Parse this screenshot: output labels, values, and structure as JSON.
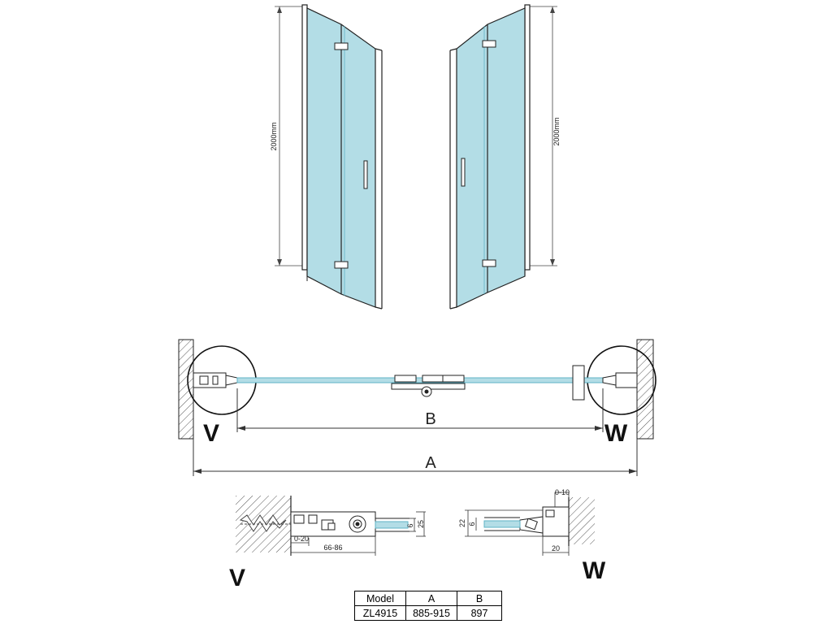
{
  "elevation": {
    "left_height_label": "2000mm",
    "right_height_label": "2000mm"
  },
  "plan": {
    "dim_a": "A",
    "dim_b": "B",
    "side_left": "V",
    "side_right": "W"
  },
  "detail_v": {
    "label": "V",
    "dim_adjust": "0-20",
    "dim_depth": "66-86",
    "dim_glass": "6",
    "dim_profile": "25"
  },
  "detail_w": {
    "label": "W",
    "dim_adjust": "0-10",
    "dim_height": "22",
    "dim_glass": "6",
    "dim_width": "20"
  },
  "spec_table": {
    "headers": [
      "Model",
      "A",
      "B"
    ],
    "row": [
      "ZL4915",
      "885-915",
      "897"
    ]
  },
  "colors": {
    "glass": "#b3dde6",
    "glass_edge": "#5fb3c6",
    "line": "#222222",
    "hatch": "#555555"
  }
}
